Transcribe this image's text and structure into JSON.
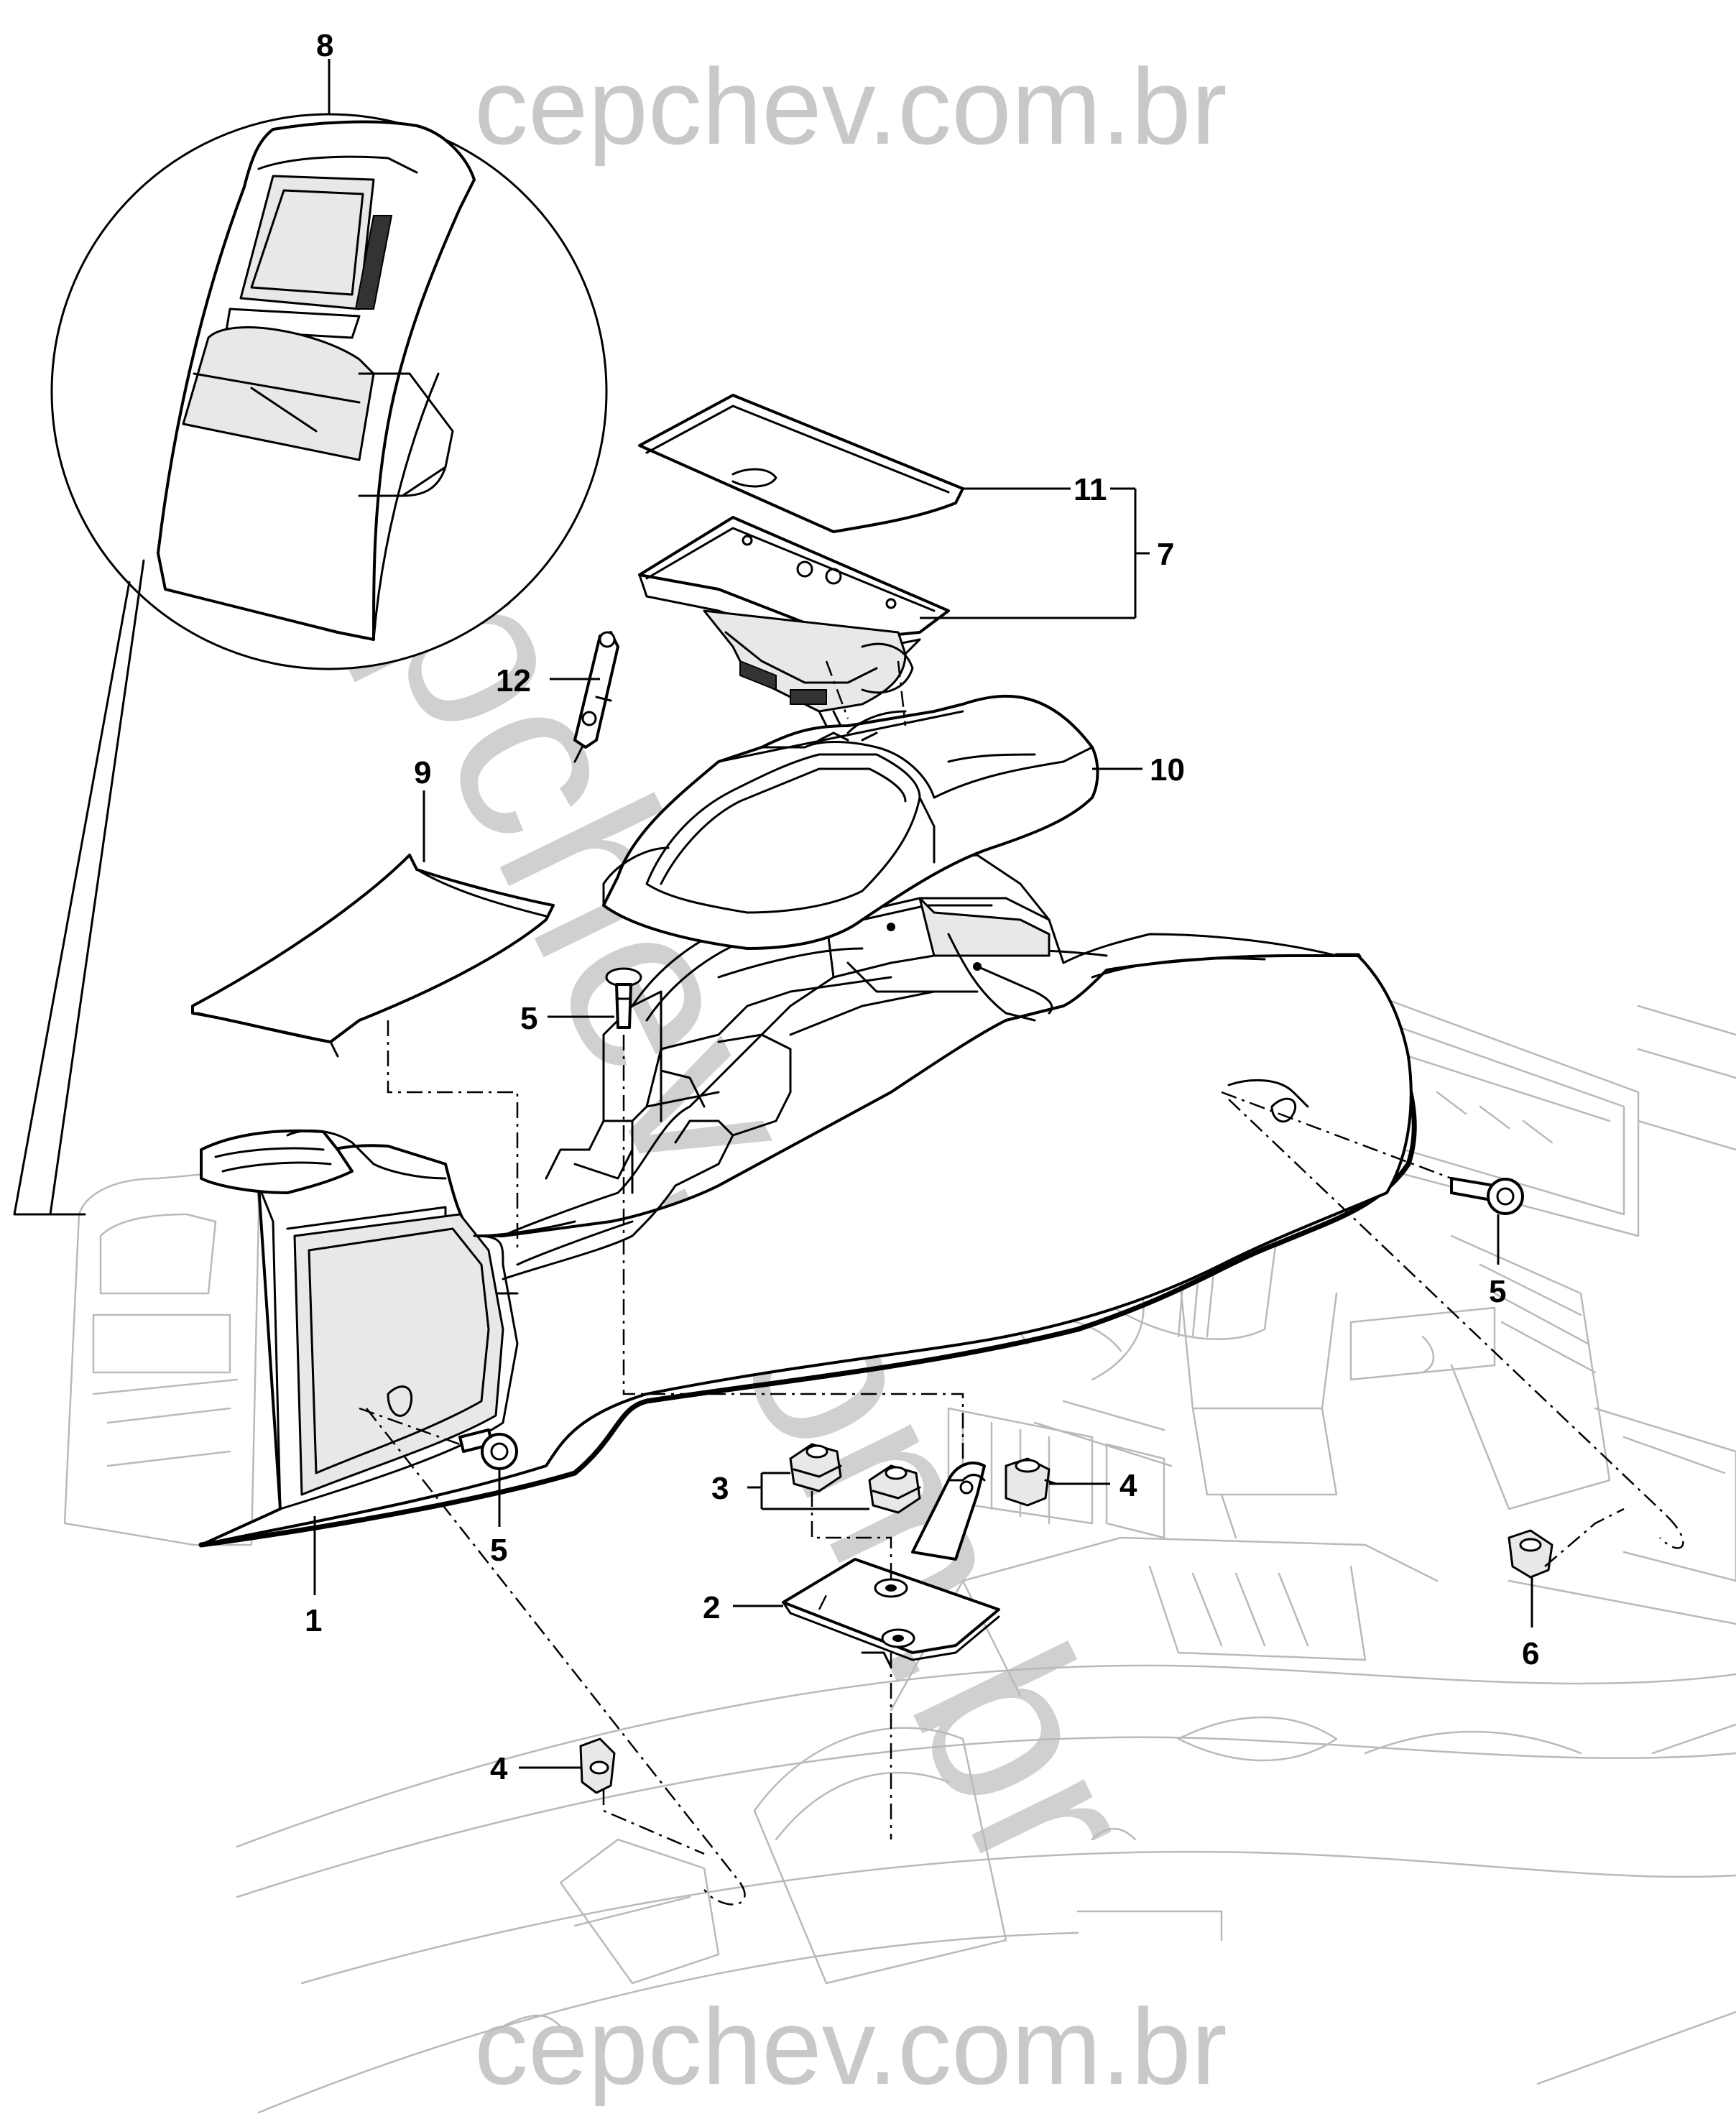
{
  "watermark": {
    "top": "cepchev.com.br",
    "bottom": "cepchev.com.br",
    "diagonal": "cepchev.com.br"
  },
  "callouts": [
    {
      "id": "1",
      "label": "1"
    },
    {
      "id": "2",
      "label": "2"
    },
    {
      "id": "3",
      "label": "3"
    },
    {
      "id": "4a",
      "label": "4"
    },
    {
      "id": "4b",
      "label": "4"
    },
    {
      "id": "5a",
      "label": "5"
    },
    {
      "id": "5b",
      "label": "5"
    },
    {
      "id": "5c",
      "label": "5"
    },
    {
      "id": "6",
      "label": "6"
    },
    {
      "id": "7",
      "label": "7"
    },
    {
      "id": "8",
      "label": "8"
    },
    {
      "id": "9",
      "label": "9"
    },
    {
      "id": "10",
      "label": "10"
    },
    {
      "id": "11",
      "label": "11"
    },
    {
      "id": "12",
      "label": "12"
    }
  ]
}
